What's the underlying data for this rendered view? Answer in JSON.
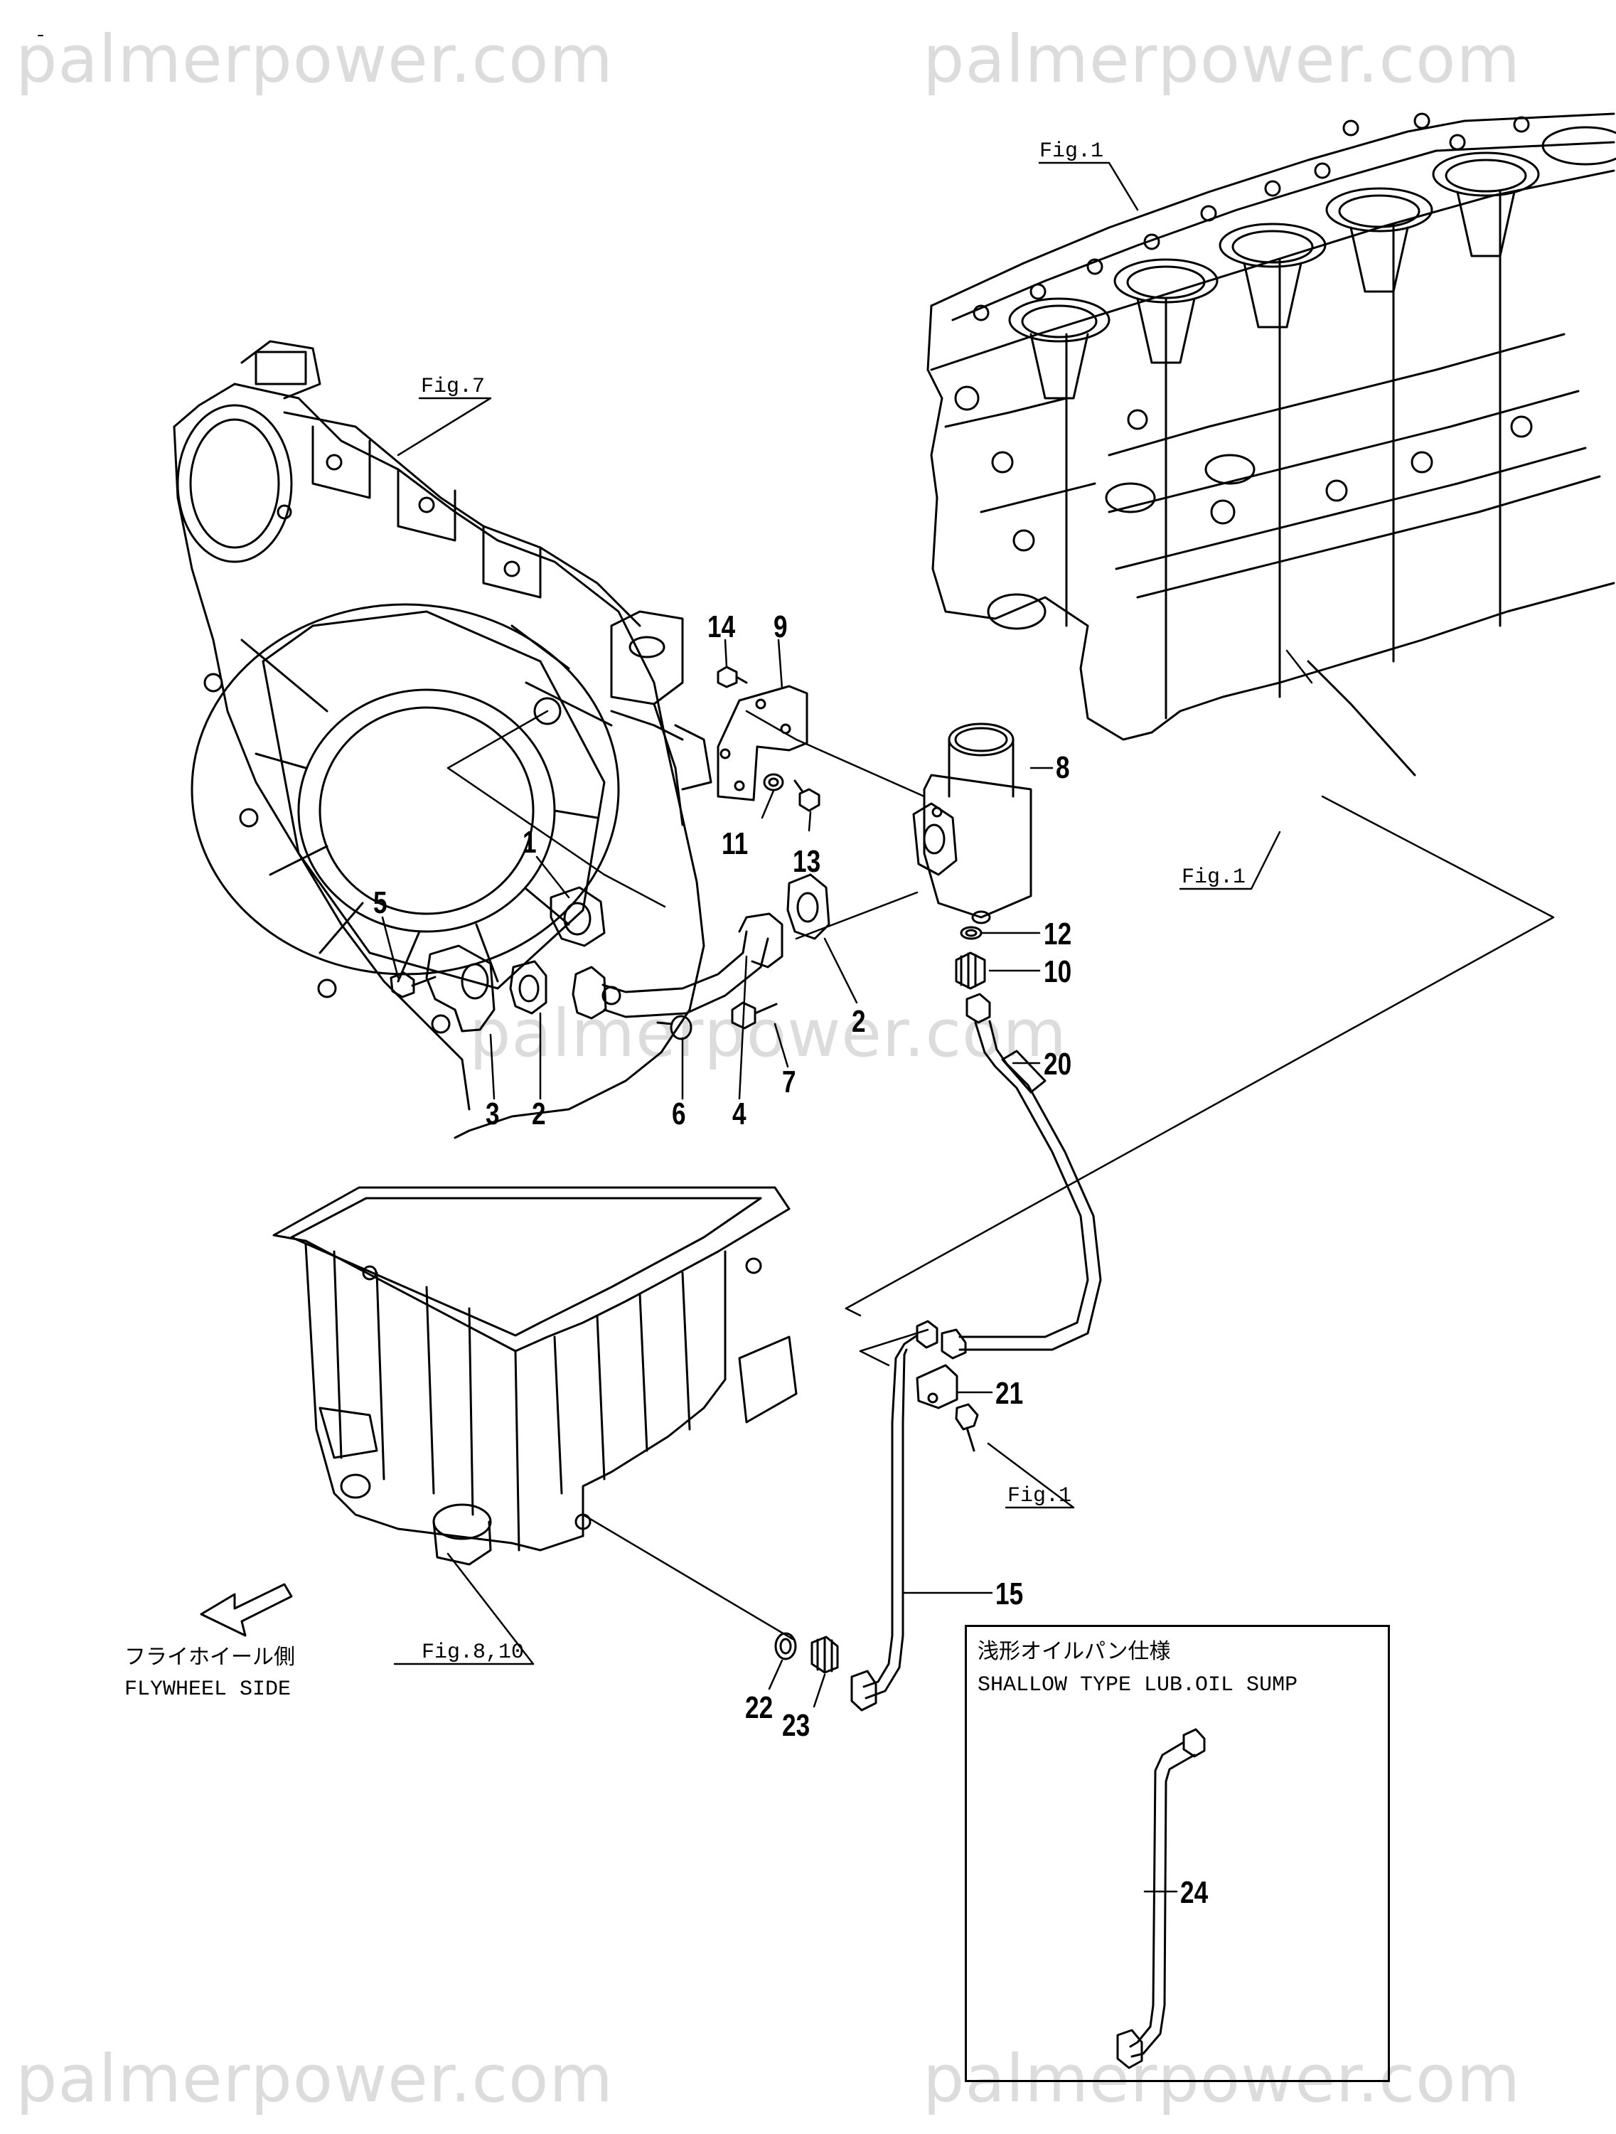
{
  "watermarks": [
    "palmerpower.com",
    "palmerpower.com",
    "palmerpower.com",
    "palmerpower.com",
    "palmerpower.com"
  ],
  "figure_refs": {
    "fig1_top": "Fig.1",
    "fig7": "Fig.7",
    "fig1_right": "Fig.1",
    "fig1_bottom": "Fig.1",
    "fig8_10": "Fig.8,10"
  },
  "callouts": {
    "p1": "1",
    "p2a": "2",
    "p2b": "2",
    "p3": "3",
    "p4": "4",
    "p5": "5",
    "p6": "6",
    "p7": "7",
    "p8": "8",
    "p9": "9",
    "p10": "10",
    "p11": "11",
    "p12": "12",
    "p13": "13",
    "p14": "14",
    "p15": "15",
    "p20": "20",
    "p21": "21",
    "p22": "22",
    "p23": "23",
    "p24": "24"
  },
  "flywheel_side": {
    "jp": "フライホイール側",
    "en": "FLYWHEEL SIDE"
  },
  "inset": {
    "title_jp": "浅形オイルパン仕様",
    "title_en": "SHALLOW TYPE LUB.OIL SUMP"
  }
}
